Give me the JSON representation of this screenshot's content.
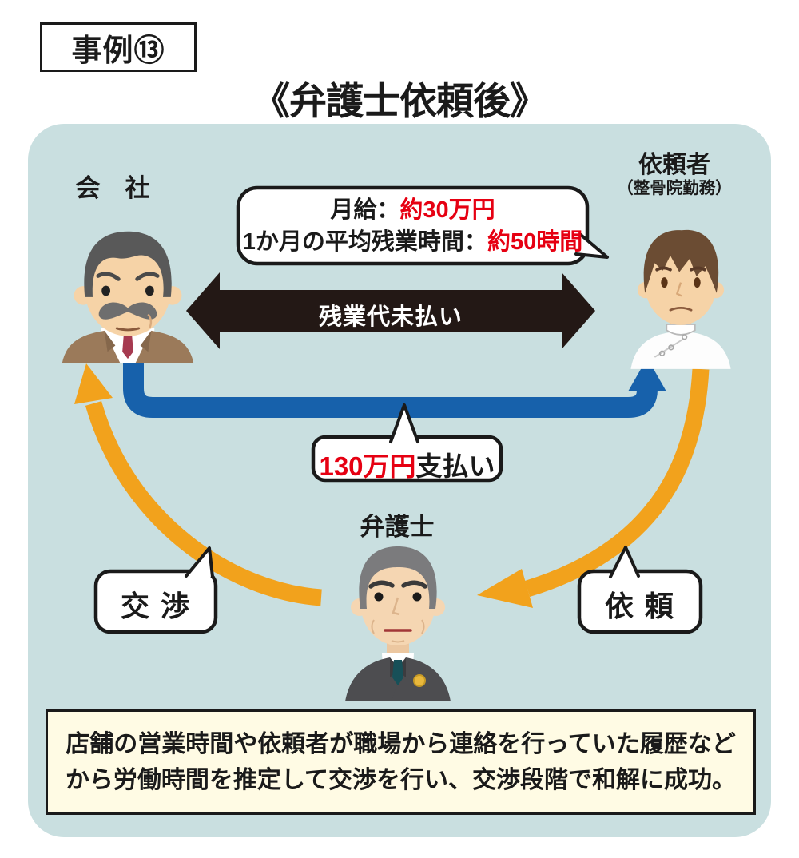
{
  "header": {
    "case_badge": "事例⑬",
    "title": "《弁護士依頼後》"
  },
  "actors": {
    "company_label": "会　社",
    "client_label": "依頼者",
    "client_sublabel": "（整骨院勤務）",
    "lawyer_label": "弁護士"
  },
  "info_bubble": {
    "line1_label": "月給：",
    "line1_value": "約30万円",
    "line2_label": "1か月の平均残業時間：",
    "line2_value": "約50時間"
  },
  "relations": {
    "unpaid_overtime_label": "残業代未払い",
    "payment_value": "130万円",
    "payment_suffix": "支払い",
    "negotiation_label": "交 渉",
    "request_label": "依 頼"
  },
  "result_note": {
    "line1": "店舗の営業時間や依頼者が職場から連絡を行っていた履歴など",
    "line2": "から労働時間を推定して交渉を行い、交渉段階で和解に成功。"
  },
  "colors": {
    "panel_bg": "#c9dfe0",
    "accent_red": "#e60012",
    "arrow_black": "#231815",
    "arrow_blue": "#1761ab",
    "arrow_orange": "#f2a21c",
    "note_bg": "#fffbe4"
  }
}
